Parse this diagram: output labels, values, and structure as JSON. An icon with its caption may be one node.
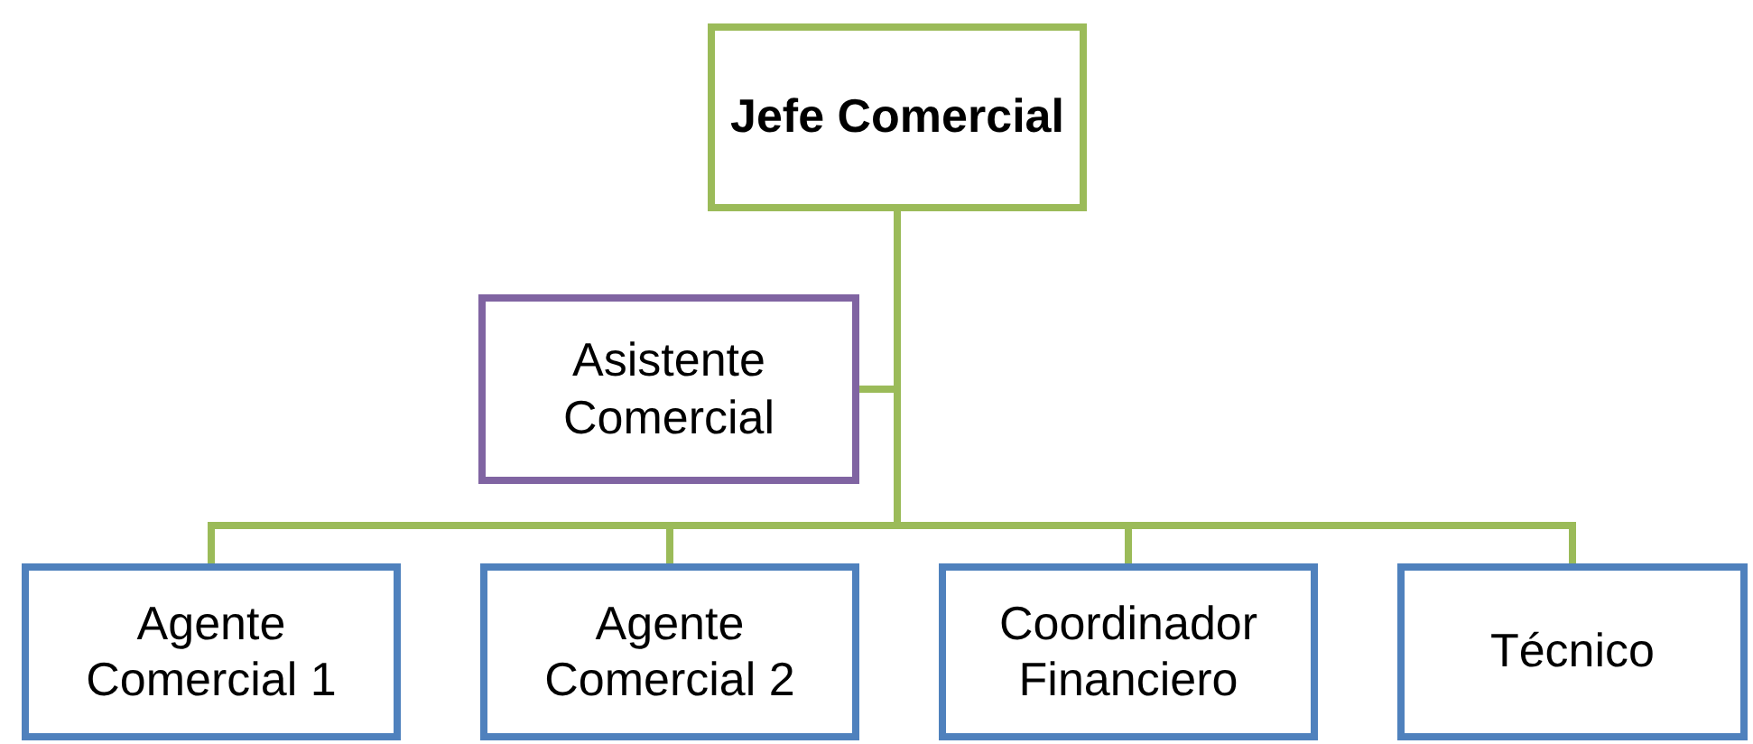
{
  "diagram": {
    "nodes": [
      {
        "text": [
          "Jefe Comercial"
        ]
      },
      {
        "text": [
          "Asistente Comercial"
        ]
      },
      {
        "text": [
          "Agente Comercial 1"
        ]
      },
      {
        "text": [
          "Agente Comercial 2"
        ]
      },
      {
        "text": [
          "Coordinador Financiero"
        ]
      },
      {
        "text": [
          "Técnico"
        ]
      }
    ],
    "edges": [
      {
        "from": 0,
        "to": 1,
        "arrow": "none"
      },
      {
        "from": 0,
        "to": 2,
        "arrow": "none"
      },
      {
        "from": 0,
        "to": 3,
        "arrow": "none"
      },
      {
        "from": 0,
        "to": 4,
        "arrow": "none"
      },
      {
        "from": 0,
        "to": 5,
        "arrow": "none"
      }
    ]
  }
}
